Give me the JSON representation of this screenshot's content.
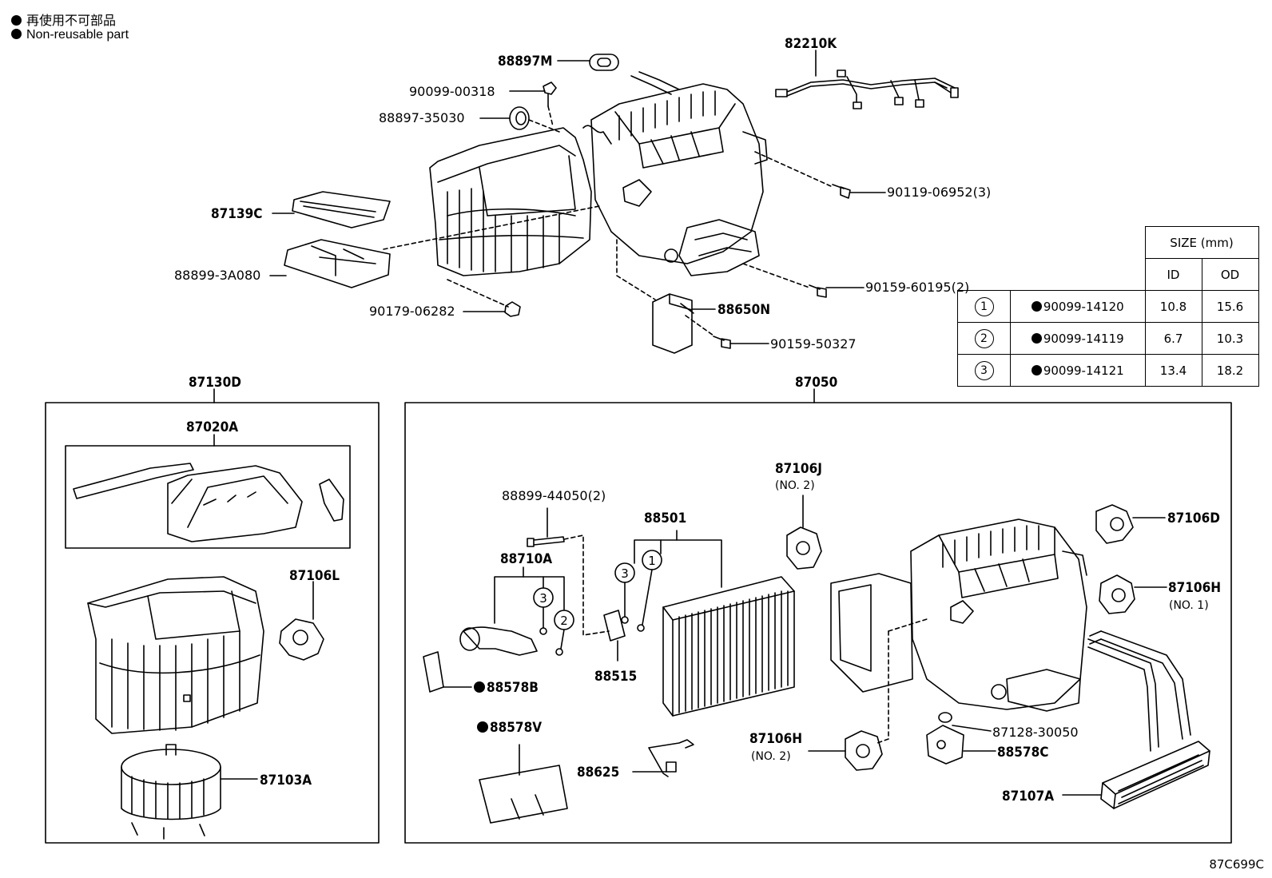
{
  "legend": {
    "non_reusable_jp": "再使用不可部品",
    "non_reusable_en": "Non-reusable part"
  },
  "parts": {
    "p88897M": "88897M",
    "p90099_00318": "90099-00318",
    "p88897_35030": "88897-35030",
    "p82210K": "82210K",
    "p90119_06952": "90119-06952(3)",
    "p87139C": "87139C",
    "p88899_3A080": "88899-3A080",
    "p90159_60195": "90159-60195(2)",
    "p90179_06282": "90179-06282",
    "p88650N": "88650N",
    "p90159_50327": "90159-50327",
    "p87130D": "87130D",
    "p87050": "87050",
    "p87020A": "87020A",
    "p87106L": "87106L",
    "p87103A": "87103A",
    "p88899_44050": "88899-44050(2)",
    "p88501": "88501",
    "p88710A": "88710A",
    "p88578B": "88578B",
    "p88515": "88515",
    "p88578V": "88578V",
    "p88625": "88625",
    "p87106J": "87106J",
    "p87106J_note": "(NO. 2)",
    "p87106D": "87106D",
    "p87106H_1": "87106H",
    "p87106H_1_note": "(NO. 1)",
    "p87106H_2": "87106H",
    "p87106H_2_note": "(NO. 2)",
    "p87128_30050": "87128-30050",
    "p88578C": "88578C",
    "p87107A": "87107A"
  },
  "callouts": {
    "c1": "1",
    "c2": "2",
    "c3": "3"
  },
  "size_table": {
    "title": "SIZE (mm)",
    "col_id": "ID",
    "col_od": "OD",
    "rows": [
      {
        "num": "1",
        "part": "90099-14120",
        "id": "10.8",
        "od": "15.6"
      },
      {
        "num": "2",
        "part": "90099-14119",
        "id": "6.7",
        "od": "10.3"
      },
      {
        "num": "3",
        "part": "90099-14121",
        "id": "13.4",
        "od": "18.2"
      }
    ]
  },
  "ref_code": "87C699C"
}
